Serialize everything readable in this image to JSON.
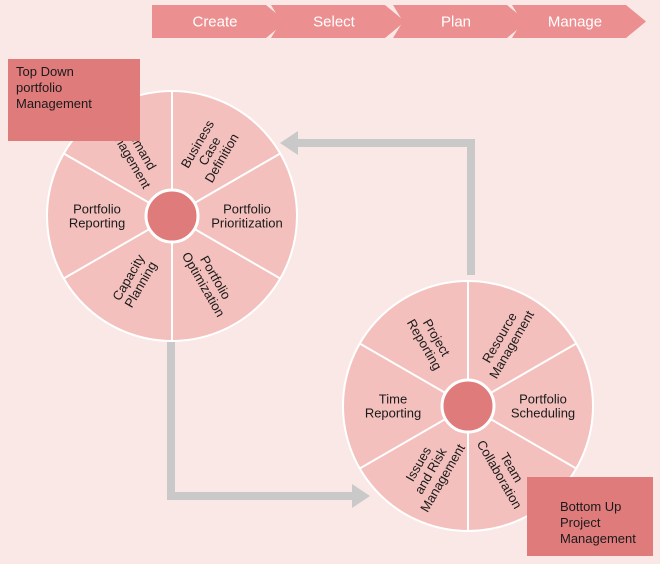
{
  "colors": {
    "background": "#fae8e6",
    "chevron": "#ec8f90",
    "wheel_fill": "#f3c0bd",
    "wheel_stroke": "#ffffff",
    "hub": "#e07b7c",
    "label_box": "#e07b7c",
    "arrow": "#c9c9c9"
  },
  "phases": [
    "Create",
    "Select",
    "Plan",
    "Manage"
  ],
  "top_down": {
    "label_lines": [
      "Top Down",
      "portfolio",
      "Management"
    ],
    "segments": [
      {
        "lines": [
          "Business",
          "Case",
          "Definition"
        ],
        "text_rotation": -60
      },
      {
        "lines": [
          "Portfolio",
          "Prioritization"
        ],
        "text_rotation": 0
      },
      {
        "lines": [
          "Portfolio",
          "Optimization"
        ],
        "text_rotation": 60
      },
      {
        "lines": [
          "Capacity",
          "Planning"
        ],
        "text_rotation": -60
      },
      {
        "lines": [
          "Portfolio",
          "Reporting"
        ],
        "text_rotation": 0
      },
      {
        "lines": [
          "Demand",
          "Management"
        ],
        "text_rotation": 60
      }
    ]
  },
  "bottom_up": {
    "label_lines": [
      "Bottom Up",
      "Project",
      "Management"
    ],
    "segments": [
      {
        "lines": [
          "Resource",
          "Management"
        ],
        "text_rotation": -60
      },
      {
        "lines": [
          "Portfolio",
          "Scheduling"
        ],
        "text_rotation": 0
      },
      {
        "lines": [
          "Team",
          "Collaboration"
        ],
        "text_rotation": 60
      },
      {
        "lines": [
          "Issues",
          "and Risk",
          "Management"
        ],
        "text_rotation": -60
      },
      {
        "lines": [
          "Time",
          "Reporting"
        ],
        "text_rotation": 0
      },
      {
        "lines": [
          "Project",
          "Reporting"
        ],
        "text_rotation": 60
      }
    ]
  }
}
